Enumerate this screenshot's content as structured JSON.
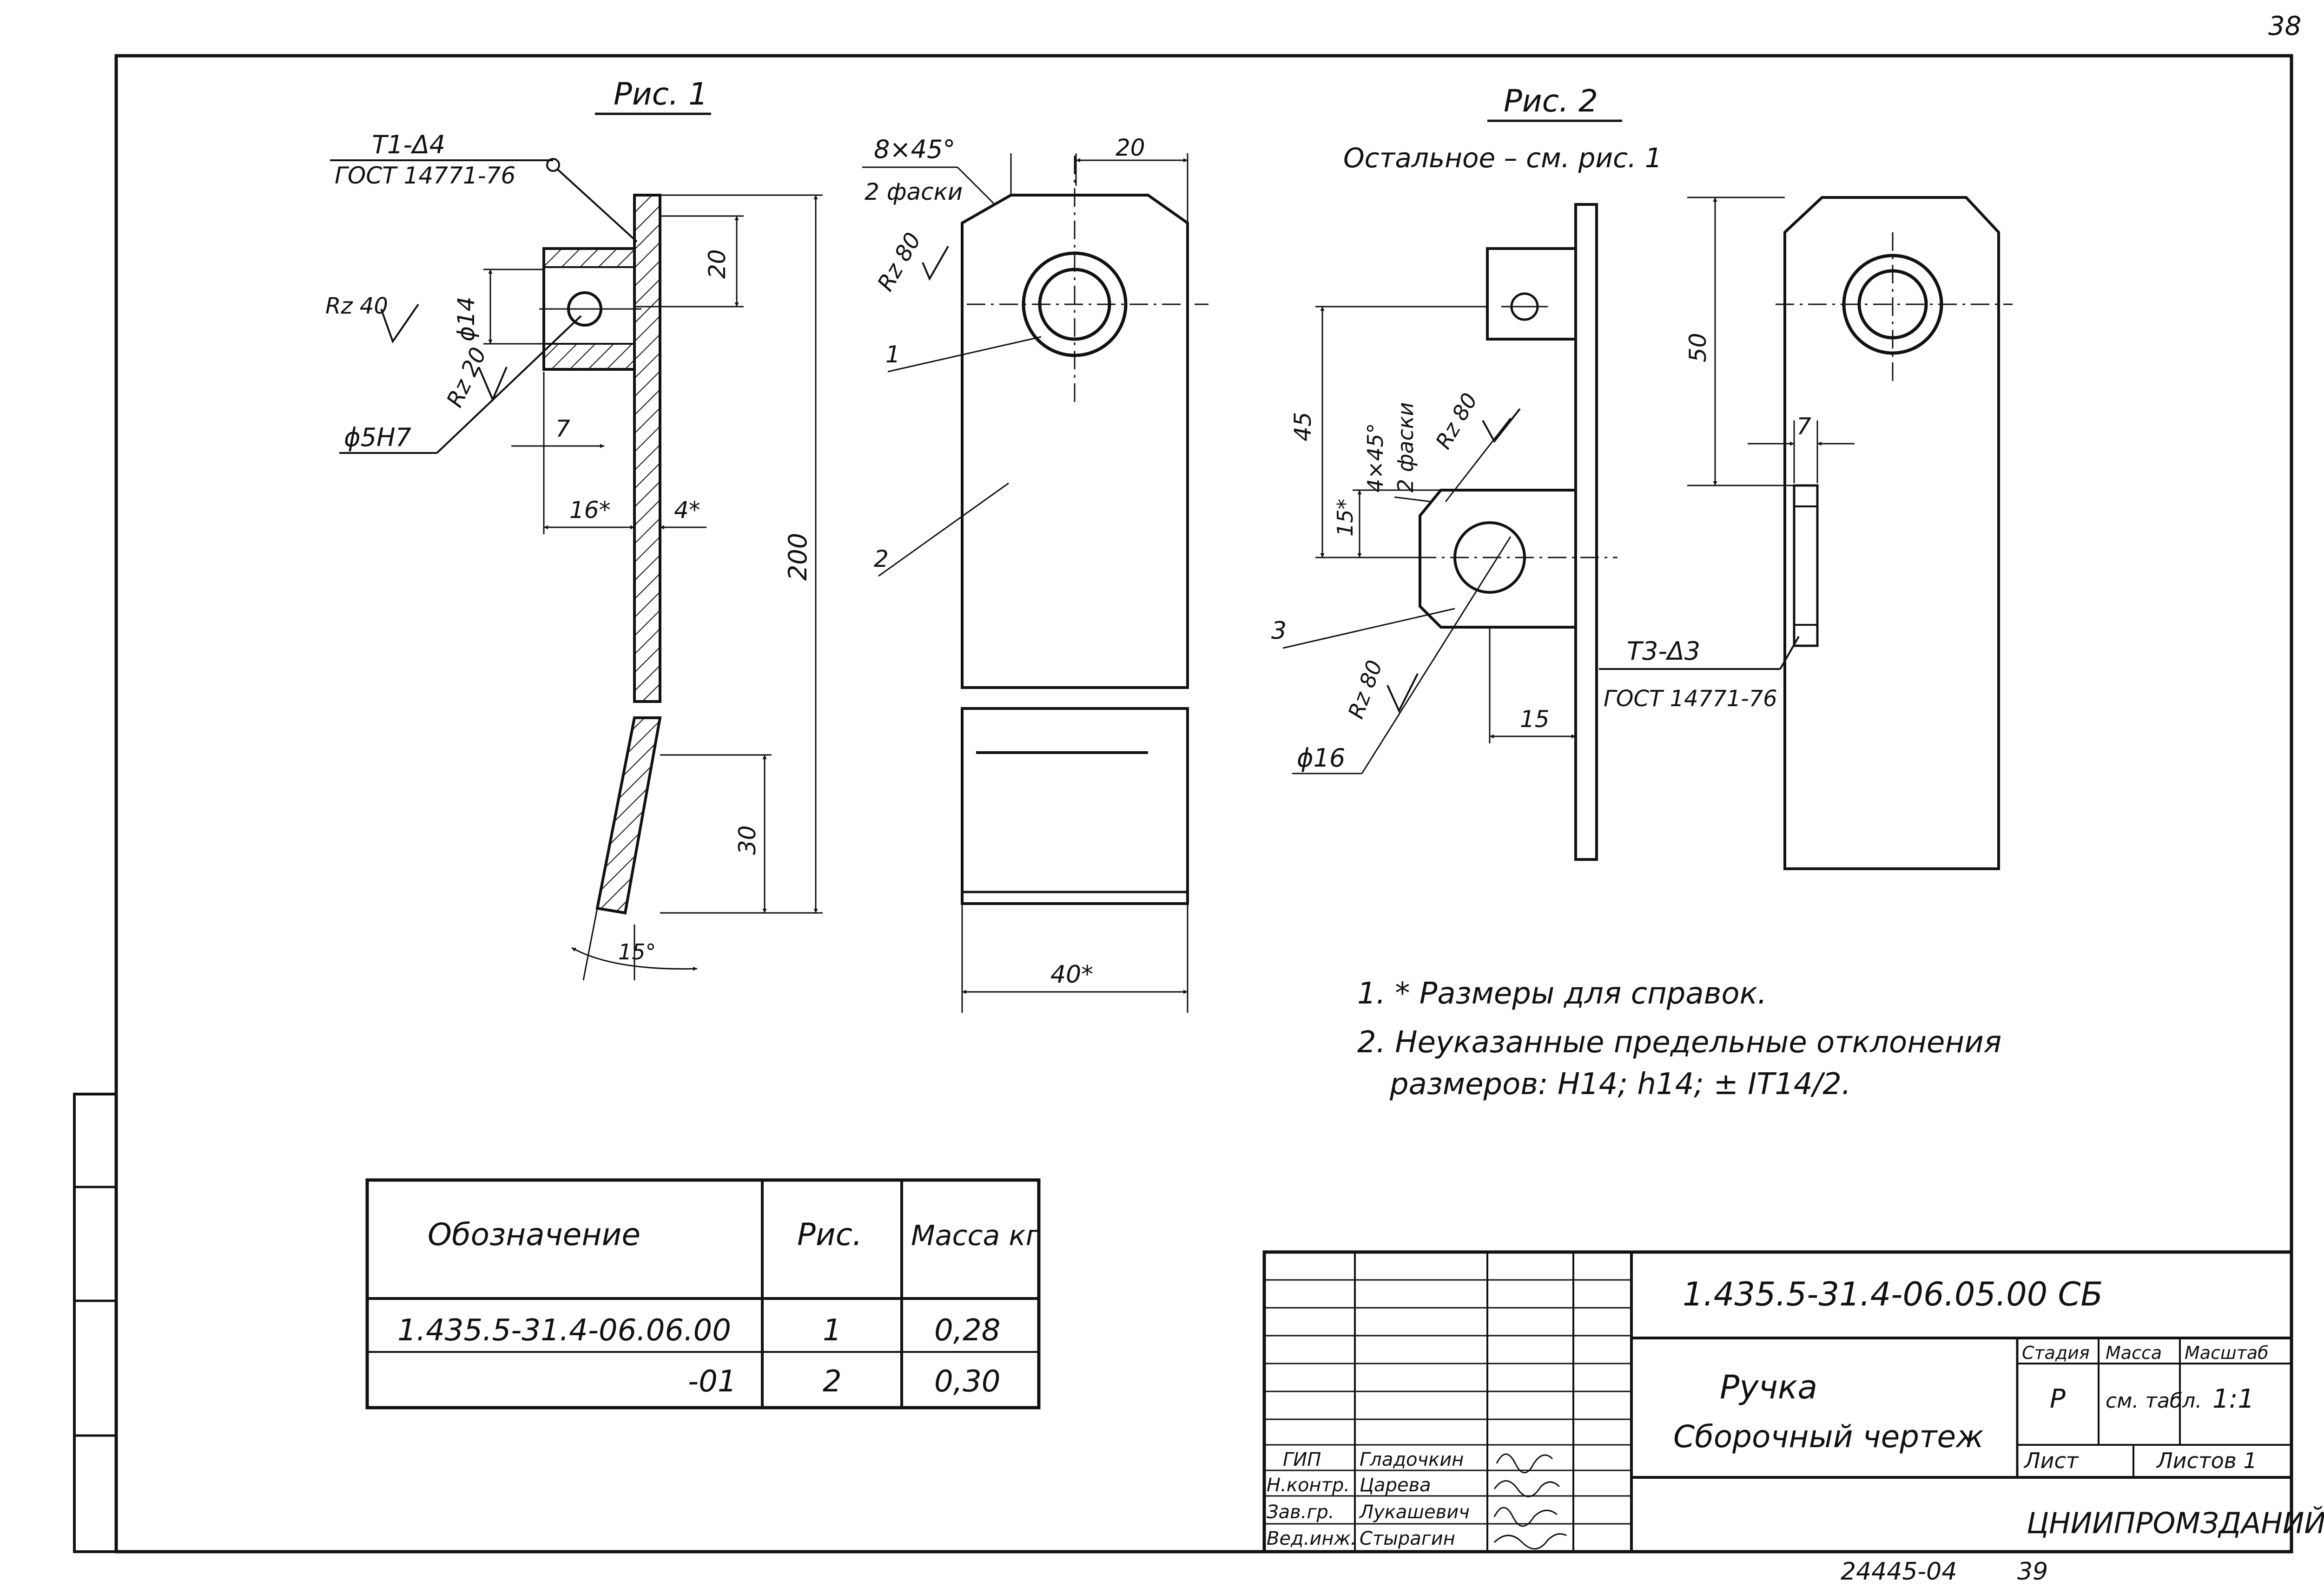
{
  "sheet": {
    "page_number": "38",
    "bottom_stamp": "24445-04",
    "bottom_page": "39"
  },
  "fig1": {
    "title": "Рис. 1",
    "weld_symbol": "Т1-Δ4",
    "weld_standard": "ГОСТ 14771-76",
    "rz40": "Rz 40",
    "phi14": "ϕ14",
    "rz20": "Rz 20",
    "phi5h7": "ϕ5Н7",
    "dim7": "7",
    "dim16": "16*",
    "dim4": "4*",
    "dim20": "20",
    "dim200": "200",
    "dim30": "30",
    "angle15": "15°"
  },
  "fig1_front": {
    "chamfer": "8×45°",
    "chamfer_note": "2 фаски",
    "dim20": "20",
    "rz80": "Rz 80",
    "pos1": "1",
    "pos2": "2",
    "width40": "40*"
  },
  "fig2": {
    "title": "Рис. 2",
    "subtitle": "Остальное – см. рис. 1",
    "dim45": "45",
    "chamfer": "4×45°",
    "chamfer_note": "2 фаски",
    "rz80_top": "Rz 80",
    "dim15s": "15*",
    "pos3": "3",
    "rz80_bottom": "Rz 80",
    "phi16": "ϕ16",
    "dim15": "15",
    "dim50": "50",
    "dim7": "7",
    "weld_symbol": "Т3-Δ3",
    "weld_standard": "ГОСТ 14771-76"
  },
  "notes": {
    "note1": "1. * Размеры для справок.",
    "note2_line1": "2. Неуказанные предельные отклонения",
    "note2_line2": "размеров: Н14; h14; ± IT14/2."
  },
  "spec_table": {
    "headers": [
      "Обозначение",
      "Рис.",
      "Масса кг"
    ],
    "rows": [
      [
        "1.435.5-31.4-06.06.00",
        "1",
        "0,28"
      ],
      [
        "-01",
        "2",
        "0,30"
      ]
    ]
  },
  "title_block": {
    "doc_code": "1.435.5-31.4-06.05.00 СБ",
    "name_line1": "Ручка",
    "name_line2": "Сборочный чертеж",
    "stage_label": "Стадия",
    "mass_label": "Масса",
    "scale_label": "Масштаб",
    "stage": "Р",
    "mass": "см. табл.",
    "scale": "1:1",
    "sheet_label": "Лист",
    "sheets_label": "Листов 1",
    "org": "ЦНИИПРОМЗДАНИЙ",
    "roles": [
      {
        "role": "ГИП",
        "name": "Гладочкин"
      },
      {
        "role": "Н.контр.",
        "name": "Царева"
      },
      {
        "role": "Зав.гр.",
        "name": "Лукашевич"
      },
      {
        "role": "Вед.инж.",
        "name": "Стырагин"
      }
    ]
  }
}
